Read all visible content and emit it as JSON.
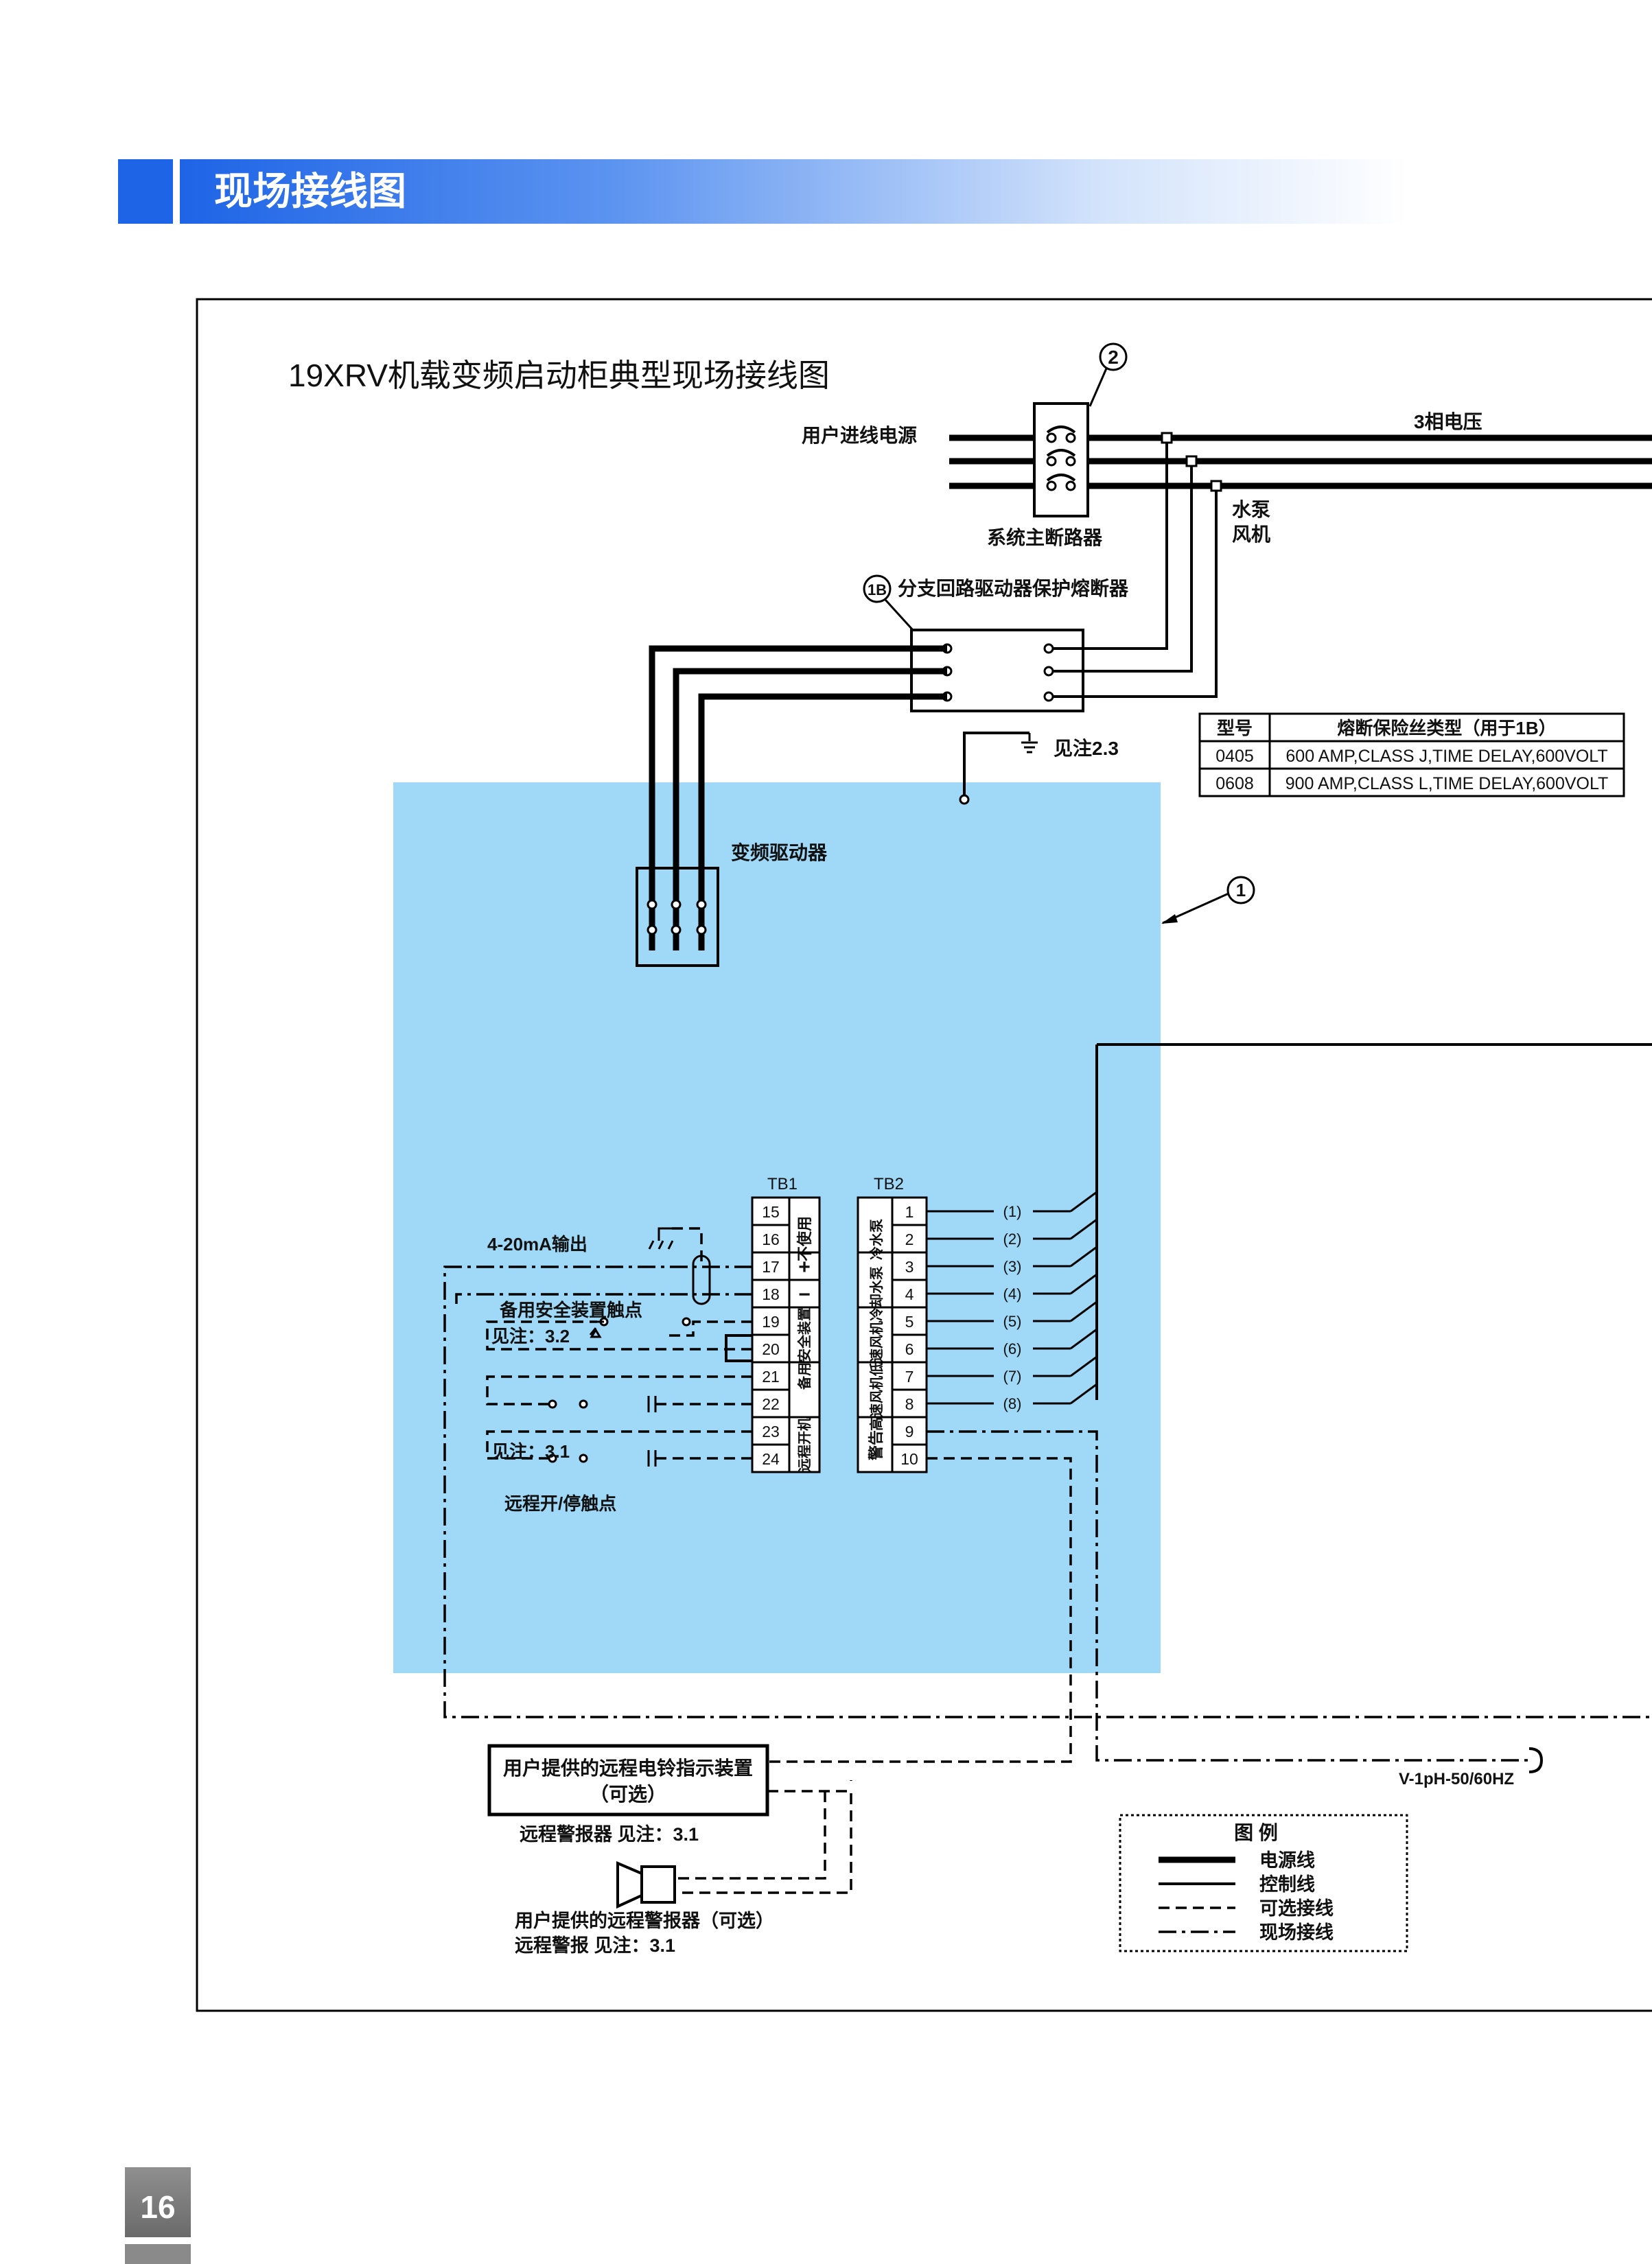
{
  "header": {
    "title": "现场接线图",
    "accent_color": "#1e64e6"
  },
  "page_number": "16",
  "diagram": {
    "title": "19XRV机载变频启动柜典型现场接线图",
    "labels": {
      "user_power": "用户进线电源",
      "three_phase": "3相电压",
      "main_breaker": "系统主断路器",
      "pump": "水泵",
      "fan": "风机",
      "fuse_callout": "1B",
      "fuse_label": "分支回路驱动器保护熔断器",
      "see_note_23": "见注2.3",
      "vfd": "变频驱动器",
      "callout_1": "1",
      "callout_2": "2",
      "output_420": "4-20mA输出",
      "spare_contact": "备用安全装置触点",
      "see_32": "见注：3.2",
      "see_31": "见注：3.1",
      "remote_contact": "远程开/停触点",
      "tb1": "TB1",
      "tb2": "TB2",
      "alarm_device_1": "用户提供的远程电铃指示装置",
      "alarm_device_2": "（可选）",
      "remote_alarm_note": "远程警报器  见注：3.1",
      "user_alarm": "用户提供的远程警报器（可选）",
      "remote_alarm_note2": "远程警报  见注：3.1",
      "supply": "V-1pH-50/60HZ"
    },
    "fuse_table": {
      "headers": [
        "型号",
        "熔断保险丝类型（用于1B）"
      ],
      "rows": [
        [
          "0405",
          "600 AMP,CLASS J,TIME DELAY,600VOLT"
        ],
        [
          "0608",
          "900 AMP,CLASS L,TIME DELAY,600VOLT"
        ]
      ]
    },
    "tb1": {
      "numbers": [
        "15",
        "16",
        "17",
        "18",
        "19",
        "20",
        "21",
        "22",
        "23",
        "24"
      ],
      "functions": {
        "not_used": "不使用",
        "plus": "+",
        "minus": "−",
        "spare": "备用安全装置",
        "remote": "远程开机"
      }
    },
    "tb2": {
      "numbers": [
        "1",
        "2",
        "3",
        "4",
        "5",
        "6",
        "7",
        "8",
        "9",
        "10"
      ],
      "functions": {
        "chw_pump": "冷水泵",
        "cw_pump": "冷却水泵",
        "low_fan": "低速风机",
        "high_fan": "高速风机",
        "alarm": "警告"
      },
      "wire_labels": [
        "(1)",
        "(2)",
        "(3)",
        "(4)",
        "(5)",
        "(6)",
        "(7)",
        "(8)"
      ]
    },
    "legend": {
      "title": "图  例",
      "items": [
        "电源线",
        "控制线",
        "可选接线",
        "现场接线"
      ]
    },
    "colors": {
      "vfd_area": "#9fd9f7",
      "line": "#000000"
    }
  }
}
